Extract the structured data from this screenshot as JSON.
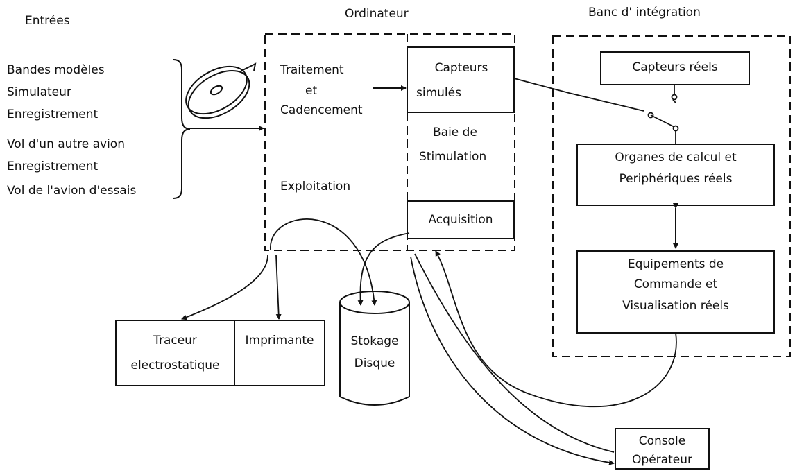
{
  "headers": {
    "inputs": "Entrées",
    "computer": "Ordinateur",
    "bench": "Banc d' intégration"
  },
  "inputs": [
    "Bandes modèles",
    "Simulateur",
    "Enregistrement",
    "Vol d'un autre avion",
    "Enregistrement",
    "Vol de l'avion d'essais"
  ],
  "computer": {
    "processing": [
      "Traitement",
      "et",
      "Cadencement"
    ],
    "exploitation": "Exploitation",
    "simulated_sensors": [
      "Capteurs",
      "simulés"
    ],
    "stimulation_bay": [
      "Baie de",
      "Stimulation"
    ],
    "acquisition": "Acquisition"
  },
  "bench": {
    "real_sensors": "Capteurs réels",
    "computing_units": [
      "Organes de calcul  et",
      "Periphériques réels"
    ],
    "equipment": [
      "Equipements de",
      "Commande et",
      "Visualisation réels"
    ]
  },
  "peripherals": {
    "plotter": [
      "Traceur",
      "electrostatique"
    ],
    "printer": "Imprimante",
    "disk": [
      "Stokage",
      "Disque"
    ],
    "console": [
      "Console",
      "Opérateur"
    ]
  },
  "colors": {
    "ink": "#111111",
    "background": "#ffffff"
  }
}
